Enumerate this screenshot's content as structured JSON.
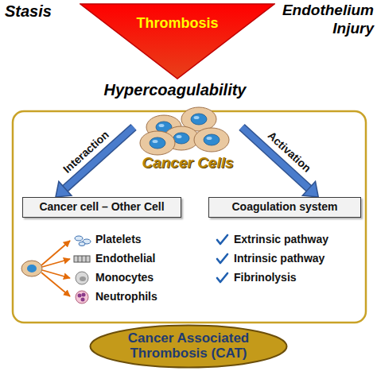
{
  "diagram": {
    "nodes": [
      {
        "text": [
          "Thrombosis"
        ]
      },
      {
        "text": [
          "Cancer Cells"
        ]
      },
      {
        "text": [
          "Cancer cell – Other Cell"
        ]
      },
      {
        "text": [
          "Coagulation system"
        ]
      },
      {
        "text": [
          "Cancer Associated Thrombosis (CAT)"
        ]
      }
    ],
    "edges": [
      {
        "from": 1,
        "to": 2,
        "label": "Interaction",
        "arrow": "to"
      },
      {
        "from": 1,
        "to": 3,
        "label": "Activation",
        "arrow": "to"
      }
    ],
    "labels": [
      "Stasis",
      "Endothelium Injury",
      "Hypercoagulability",
      "Platelets",
      "Endothelial",
      "Monocytes",
      "Neutrophils",
      "Extrinsic pathway",
      "Intrinsic pathway",
      "Fibrinolysis"
    ]
  }
}
